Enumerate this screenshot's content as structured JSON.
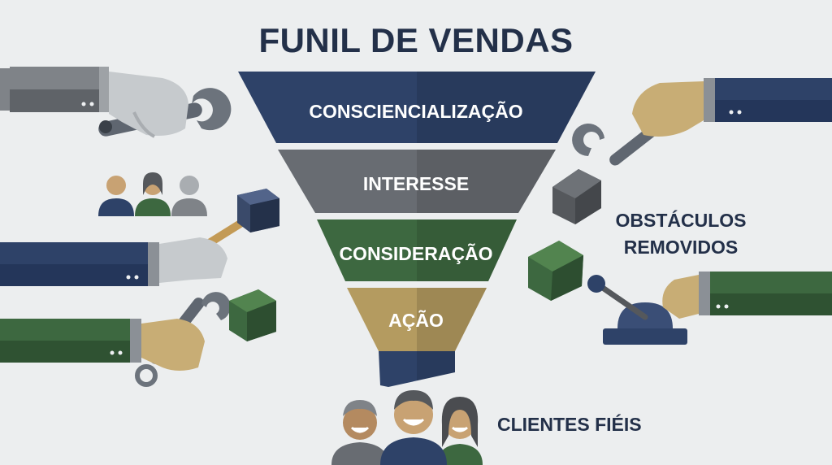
{
  "title": "FUNIL DE VENDAS",
  "funnel": {
    "stages": [
      {
        "label": "CONSCIENCIALIZAÇÃO",
        "color": "#2e4268"
      },
      {
        "label": "INTERESSE",
        "color": "#686c72"
      },
      {
        "label": "CONSIDERAÇÃO",
        "color": "#3d6840"
      },
      {
        "label": "AÇÃO",
        "color": "#b49b60"
      }
    ],
    "spout_color": "#2e4268"
  },
  "obstacles_label": {
    "line1": "OBSTÁCULOS",
    "line2": "REMOVIDOS"
  },
  "customers_label": "CLIENTES FIÉIS",
  "colors": {
    "background": "#eceeef",
    "navy": "#2e4268",
    "gray": "#686c72",
    "green": "#3d6840",
    "gold": "#b49b60",
    "skin": "#c8ad75",
    "glove": "#c6cacd"
  },
  "icons": [
    "wrench-icon",
    "hammer-icon",
    "lever-icon",
    "cube-icon",
    "people-icon",
    "customers-icon"
  ]
}
